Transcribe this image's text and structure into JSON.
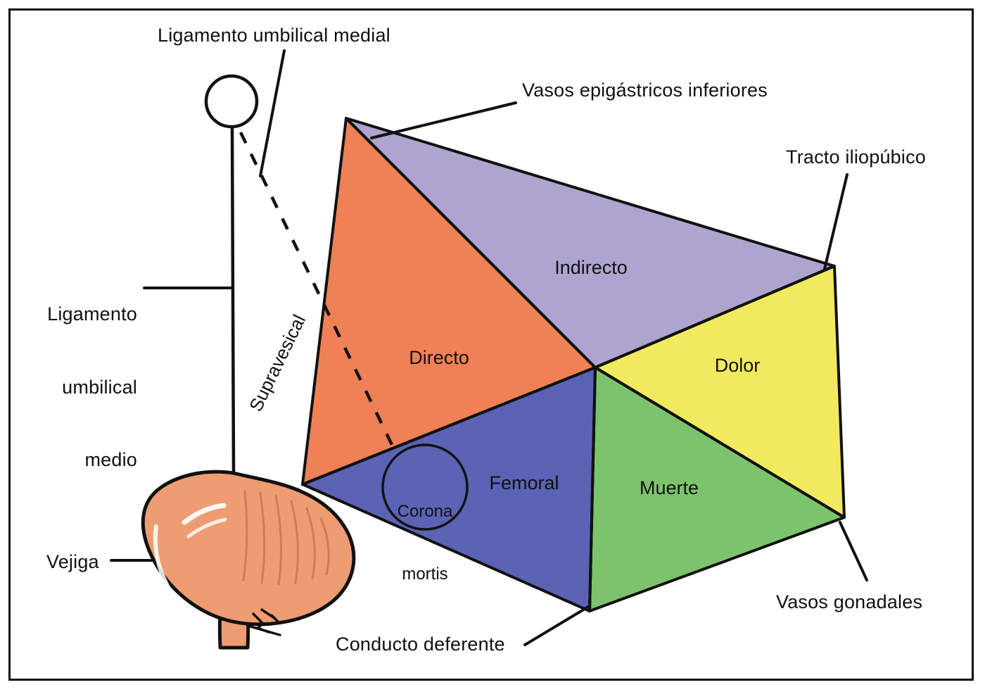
{
  "figure": {
    "type": "anatomical-diagram",
    "title_present": false,
    "border_color": "#111111",
    "background": "#ffffff"
  },
  "regions": [
    {
      "key": "directo",
      "label": "Directo",
      "color": "#F08055"
    },
    {
      "key": "indirecto",
      "label": "Indirecto",
      "color": "#AEA5CE"
    },
    {
      "key": "dolor",
      "label": "Dolor",
      "color": "#F2EA5E"
    },
    {
      "key": "muerte",
      "label": "Muerte",
      "color": "#7CC46B"
    },
    {
      "key": "femoral",
      "label": "Femoral",
      "color": "#5B63B5"
    }
  ],
  "annotations": {
    "corona_mortis_line1": "Corona",
    "corona_mortis_line2": "mortis",
    "supravesical": "Supravesical"
  },
  "callouts": {
    "ligamento_umbilical_medial": "Ligamento umbilical medial",
    "vasos_epigastricos_inferiores": "Vasos epigástricos inferiores",
    "tracto_iliopubico": "Tracto iliopúbico",
    "ligamento_umbilical_medio_l1": "Ligamento",
    "ligamento_umbilical_medio_l2": "umbilical",
    "ligamento_umbilical_medio_l3": "medio",
    "vejiga": "Vejiga",
    "conducto_deferente": "Conducto deferente",
    "vasos_gonadales": "Vasos gonadales"
  },
  "colors": {
    "bladder_fill": "#EE9C72",
    "bladder_stroke": "#111111",
    "bladder_highlight": "#FFFFFF",
    "bladder_shade": "#C8704A",
    "line": "#111111",
    "orange": "#F08055",
    "purple": "#AEA5CE",
    "yellow": "#F2EA5E",
    "green": "#7CC46B",
    "blue": "#5B63B5"
  }
}
